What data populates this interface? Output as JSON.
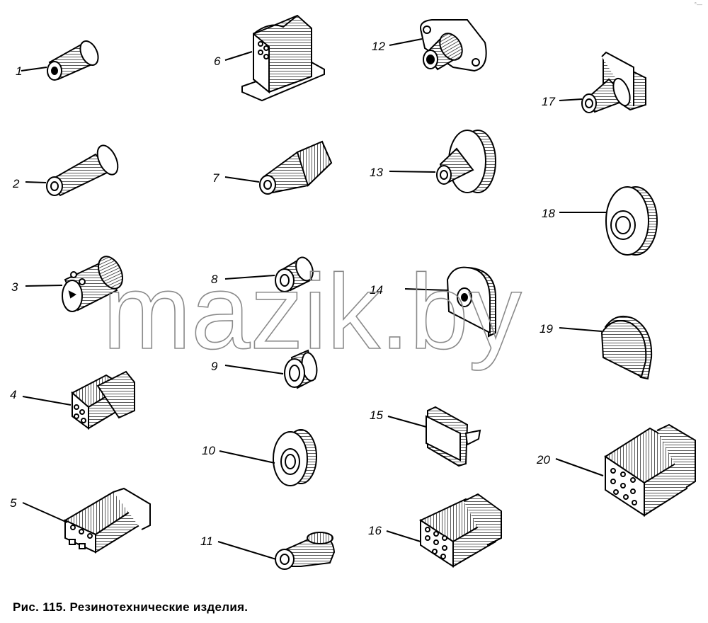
{
  "caption": "Рис. 115. Резинотехнические изделия.",
  "watermark": "mazik.by",
  "corner_mark": "°—",
  "parts": [
    {
      "n": "1",
      "kind": "sleeve"
    },
    {
      "n": "2",
      "kind": "boot-long"
    },
    {
      "n": "3",
      "kind": "cap-pins"
    },
    {
      "n": "4",
      "kind": "connector-small"
    },
    {
      "n": "5",
      "kind": "connector-flat"
    },
    {
      "n": "6",
      "kind": "block-holder"
    },
    {
      "n": "7",
      "kind": "boot-hex"
    },
    {
      "n": "8",
      "kind": "grommet-a"
    },
    {
      "n": "9",
      "kind": "grommet-b"
    },
    {
      "n": "10",
      "kind": "grommet-wide"
    },
    {
      "n": "11",
      "kind": "elbow-boot"
    },
    {
      "n": "12",
      "kind": "flange-boot"
    },
    {
      "n": "13",
      "kind": "round-flange-boot"
    },
    {
      "n": "14",
      "kind": "d-plug-hole"
    },
    {
      "n": "15",
      "kind": "square-cap"
    },
    {
      "n": "16",
      "kind": "connector-multi"
    },
    {
      "n": "17",
      "kind": "bracket-boot"
    },
    {
      "n": "18",
      "kind": "ring-grommet"
    },
    {
      "n": "19",
      "kind": "d-plug-solid"
    },
    {
      "n": "20",
      "kind": "connector-large"
    }
  ]
}
